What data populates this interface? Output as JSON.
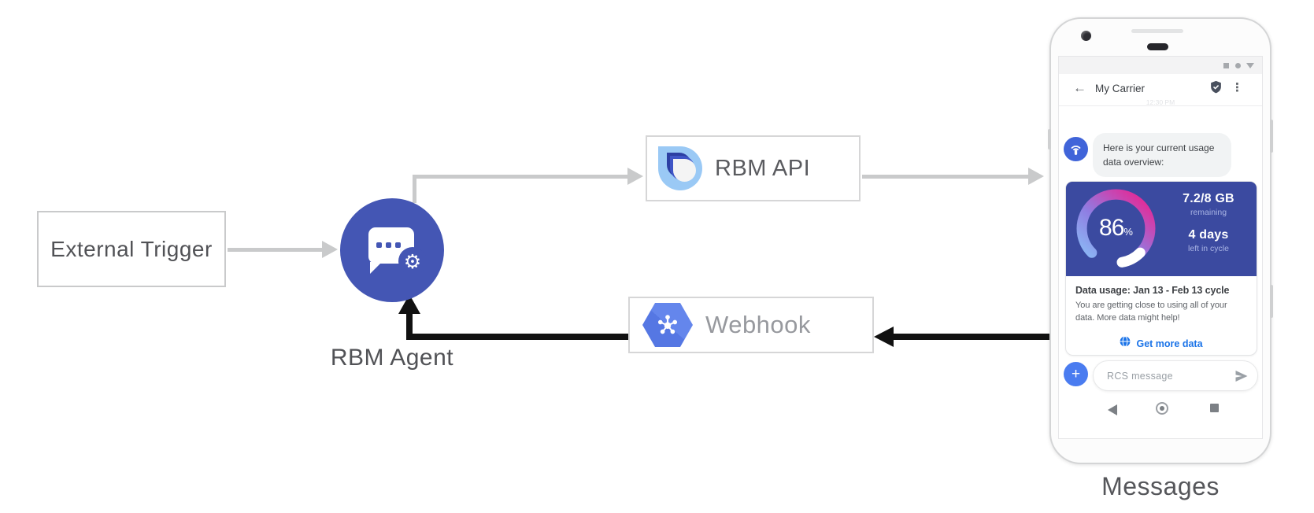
{
  "diagram": {
    "external_trigger_label": "External Trigger",
    "rbm_agent_label": "RBM Agent",
    "rbm_api_label": "RBM API",
    "webhook_label": "Webhook",
    "messages_label": "Messages",
    "colors": {
      "agent_circle": "#4456b4",
      "arrow_gray": "#c9cacb",
      "arrow_black": "#111111",
      "webhook_hex": "#5c80e8",
      "rcs_logo_light_blue": "#9ac9f5",
      "rcs_logo_navy": "#2c3fa3",
      "rcs_logo_blue": "#3f55c6"
    }
  },
  "phone": {
    "header": {
      "back_icon": "←",
      "title": "My Carrier",
      "menu_icon": "⋮",
      "timestamp": "12:30 PM"
    },
    "chat": {
      "bot_message": "Here is your current usage data overview:",
      "usage_card": {
        "percent_value": "86",
        "percent_unit": "%",
        "remaining_value": "7.2/8 GB",
        "remaining_label": "remaining",
        "cycle_value": "4 days",
        "cycle_label": "left in cycle",
        "panel_color": "#3b4aa0",
        "gauge_gradient": [
          "#8bb7f4",
          "#8f7de2",
          "#c24cb8",
          "#ee1f8b"
        ],
        "gauge_remaining_color": "#ffffff"
      },
      "details": {
        "title": "Data usage: Jan 13 - Feb 13 cycle",
        "body": "You are getting close to using all of your data. More data might help!",
        "action_label": "Get more data",
        "action_color": "#1a73e8"
      }
    },
    "composer": {
      "add_icon": "+",
      "placeholder": "RCS message"
    }
  }
}
